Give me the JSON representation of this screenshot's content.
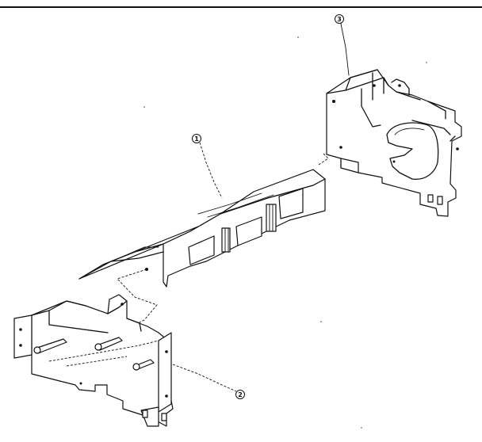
{
  "diagram": {
    "callouts": [
      {
        "id": "part-1",
        "label": "1"
      },
      {
        "id": "part-2",
        "label": "2"
      },
      {
        "id": "part-3",
        "label": "3"
      }
    ],
    "colors": {
      "line": "#111111",
      "background": "#ffffff"
    }
  }
}
